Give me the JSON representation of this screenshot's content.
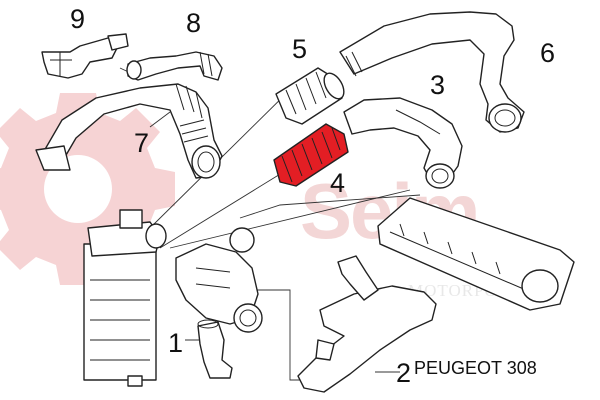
{
  "diagram": {
    "callouts": [
      {
        "id": "1",
        "label": "1"
      },
      {
        "id": "2",
        "label": "2"
      },
      {
        "id": "3",
        "label": "3"
      },
      {
        "id": "4",
        "label": "4"
      },
      {
        "id": "5",
        "label": "5"
      },
      {
        "id": "6",
        "label": "6"
      },
      {
        "id": "7",
        "label": "7"
      },
      {
        "id": "8",
        "label": "8"
      },
      {
        "id": "9",
        "label": "9"
      }
    ],
    "vehicle": "PEUGEOT 308",
    "watermark": {
      "brand": "Seim",
      "sub": "MOTORPOWER"
    },
    "colors": {
      "highlight_part": "#e31e24",
      "watermark": "#f3d6d6",
      "line": "#222222"
    }
  }
}
